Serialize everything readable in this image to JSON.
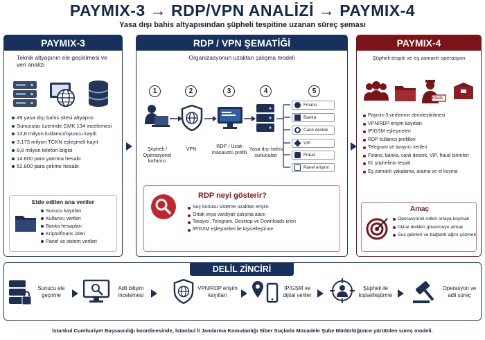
{
  "header": {
    "title": "PAYMIX-3 → RDP/VPN ANALİZİ → PAYMIX-4",
    "subtitle": "Yasa dışı bahis altyapısından şüpheli tespitine uzanan süreç şeması"
  },
  "left": {
    "title": "PAYMIX-3",
    "intro": "Teknik altyapının ele geçirilmesi ve veri analizi",
    "items": [
      "49 yasa dışı bahis sitesi altyapısı",
      "Sunucular üzerinde CMK 134 incelemesi",
      "13,8 milyon kullanıcı/oyuncu kaydı",
      "3,173 milyon TCKN eşleşmeli kayıt",
      "8,8 milyon telefon bilgisi",
      "14.600 para yatırma hesabı",
      "52.800 para çekme hesabı"
    ],
    "data_title": "Elde edilen ana veriler",
    "data_items": [
      "Sunucu kayıtları",
      "Kullanıcı verileri",
      "Banka hesapları",
      "Kripto/finans izleri",
      "Panel ve sistem verileri"
    ]
  },
  "middle": {
    "title": "RDP / VPN ŞEMATİĞİ",
    "intro": "Organizasyonun uzaktan çalışma modeli",
    "steps": [
      {
        "num": "1",
        "label": "Şüpheli / Operasyonel kullanıcı"
      },
      {
        "num": "2",
        "label": "VPN"
      },
      {
        "num": "3",
        "label": "RDP / Uzak masaüstü profili"
      },
      {
        "num": "4",
        "label": "Yasa dışı bahis sunucuları"
      },
      {
        "num": "5",
        "label": ""
      }
    ],
    "tags": [
      "Finans",
      "Banka",
      "Canlı destek",
      "VIP",
      "Fraud",
      "Panel erişimi"
    ],
    "rdp_title": "RDP neyi gösterir?",
    "rdp_items": [
      "Suç konusu sisteme uzaktan erişim",
      "Ortak veya vardiyalı çalışma alanı",
      "Tarayıcı, Telegram, Desktop ve Downloads izleri",
      "IP/GSM eşleşmeleri ile kişiselleştirme"
    ]
  },
  "right": {
    "title": "PAYMIX-4",
    "intro": "Şüpheli tespiti ve eş zamanlı operasyon",
    "police_label": "POLİS",
    "items": [
      "Paymix-3 verilerinin derinleştirilmesi",
      "VPN/RDP erişim kayıtları",
      "IP/GSM eşleşmeleri",
      "RDP kullanıcı profilleri",
      "Telegram ve tarayıcı verileri",
      "Finans, banka, canlı destek, VIP, fraud birimleri",
      "61 şüphelinin tespiti",
      "Eş zamanlı yakalama, arama ve el koyma"
    ],
    "goal_title": "Amaç",
    "goal_items": [
      "Operasyonel rolleri ortaya koymak",
      "Dijital delilleri güvenceye almak",
      "Suç gelirleri ve bağlantı ağını çözmek"
    ]
  },
  "chain": {
    "title": "DELİL ZİNCİRİ",
    "steps": [
      "Sunucu ele geçirme",
      "Adli bilişim incelemesi",
      "VPN/RDP erişim kayıtları",
      "IP/GSM ve dijital veriler",
      "Şüpheli ile kişiselleştirme",
      "Operasyon ve adli süreç"
    ]
  },
  "footer": "İstanbul Cumhuriyet Başsavcılığı koordinesinde, İstanbul İl Jandarma Komutanlığı Siber Suçlarla Mücadele Şube Müdürlüğünce yürütülen süreç modeli.",
  "colors": {
    "navy": "#17305c",
    "red": "#7a1419",
    "accent_red": "#c0262d"
  }
}
